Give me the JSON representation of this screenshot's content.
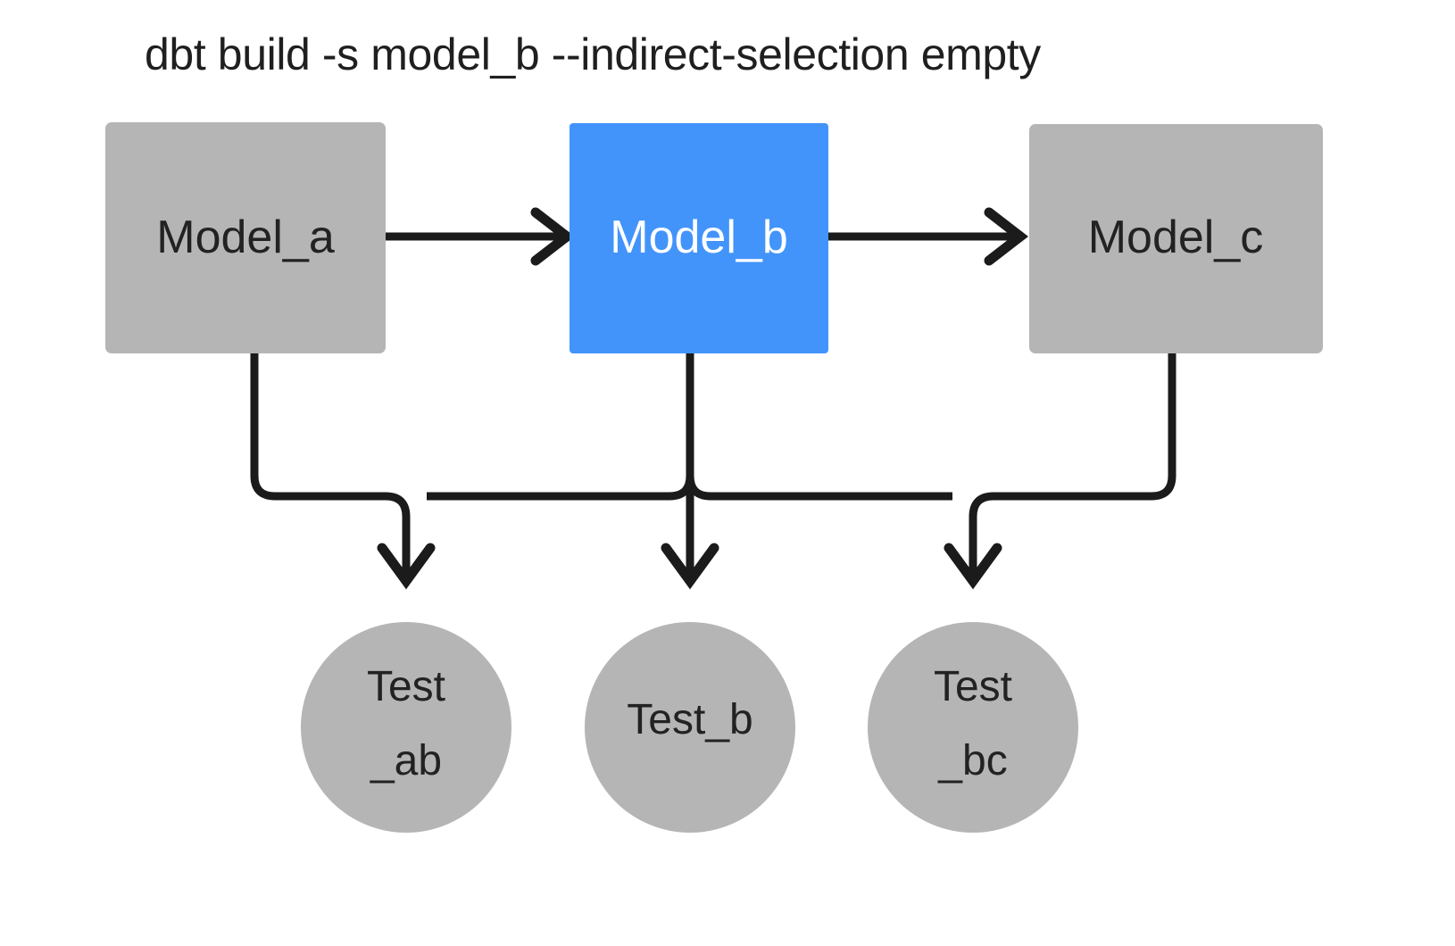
{
  "title": "dbt build -s model_b --indirect-selection empty",
  "colors": {
    "background": "#ffffff",
    "node_gray": "#b5b5b5",
    "node_selected_blue": "#4294fb",
    "edge_black": "#1b1b1b",
    "text_dark": "#222222",
    "text_light": "#ffffff"
  },
  "models": [
    {
      "id": "model_a",
      "label": "Model_a",
      "state": "unselected"
    },
    {
      "id": "model_b",
      "label": "Model_b",
      "state": "selected"
    },
    {
      "id": "model_c",
      "label": "Model_c",
      "state": "unselected"
    }
  ],
  "tests": [
    {
      "id": "test_ab",
      "line1": "Test",
      "line2": "_ab",
      "state": "unselected"
    },
    {
      "id": "test_b",
      "line1": "Test_b",
      "line2": "",
      "state": "unselected"
    },
    {
      "id": "test_bc",
      "line1": "Test",
      "line2": "_bc",
      "state": "unselected"
    }
  ],
  "edges": [
    {
      "from": "model_a",
      "to": "model_b",
      "kind": "arrow"
    },
    {
      "from": "model_b",
      "to": "model_c",
      "kind": "arrow"
    },
    {
      "from": "model_a",
      "to": "test_ab",
      "kind": "arrow"
    },
    {
      "from": "model_b",
      "to": "test_ab",
      "kind": "arrow"
    },
    {
      "from": "model_b",
      "to": "test_b",
      "kind": "arrow"
    },
    {
      "from": "model_b",
      "to": "test_bc",
      "kind": "arrow"
    },
    {
      "from": "model_c",
      "to": "test_bc",
      "kind": "arrow"
    }
  ]
}
